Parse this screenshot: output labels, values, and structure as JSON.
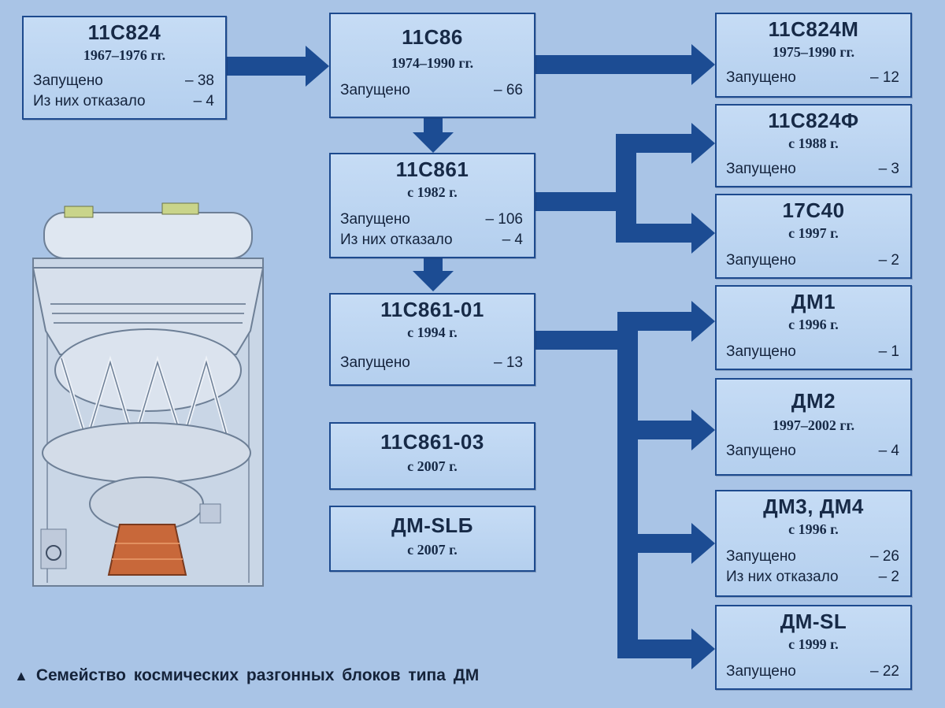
{
  "colors": {
    "background": "#a9c4e6",
    "box_fill": "#bcd6f2",
    "box_border": "#1d4a8e",
    "arrow": "#1c4c93",
    "text": "#172a47"
  },
  "caption": {
    "icon": "triangle-up-icon",
    "text": "Семейство космических разгонных блоков типа ДМ"
  },
  "illustration": {
    "subject": "upper-stage-rocket-block"
  },
  "blocks": [
    {
      "id": "b11s824",
      "name": "11С824",
      "period": "1967–1976 гг.",
      "stats": [
        {
          "label": "Запущено",
          "value": "– 38"
        },
        {
          "label": "Из них отказало",
          "value": "– 4"
        }
      ]
    },
    {
      "id": "b11s86",
      "name": "11С86",
      "period": "1974–1990 гг.",
      "stats": [
        {
          "label": "Запущено",
          "value": "– 66"
        }
      ]
    },
    {
      "id": "b11s861",
      "name": "11С861",
      "period": "с 1982 г.",
      "stats": [
        {
          "label": "Запущено",
          "value": "– 106"
        },
        {
          "label": "Из них отказало",
          "value": "– 4"
        }
      ]
    },
    {
      "id": "b11s861_01",
      "name": "11С861-01",
      "period": "с 1994 г.",
      "stats": [
        {
          "label": "Запущено",
          "value": "– 13"
        }
      ]
    },
    {
      "id": "b11s861_03",
      "name": "11С861-03",
      "period": "с 2007 г.",
      "stats": []
    },
    {
      "id": "bdm_slb",
      "name": "ДМ-SLБ",
      "period": "с 2007 г.",
      "stats": []
    },
    {
      "id": "b11s824m",
      "name": "11С824М",
      "period": "1975–1990 гг.",
      "stats": [
        {
          "label": "Запущено",
          "value": "– 12"
        }
      ]
    },
    {
      "id": "b11s824f",
      "name": "11С824Ф",
      "period": "с 1988 г.",
      "stats": [
        {
          "label": "Запущено",
          "value": "– 3"
        }
      ]
    },
    {
      "id": "b17s40",
      "name": "17С40",
      "period": "с 1997 г.",
      "stats": [
        {
          "label": "Запущено",
          "value": "– 2"
        }
      ]
    },
    {
      "id": "bdm1",
      "name": "ДМ1",
      "period": "с 1996 г.",
      "stats": [
        {
          "label": "Запущено",
          "value": "– 1"
        }
      ]
    },
    {
      "id": "bdm2",
      "name": "ДМ2",
      "period": "1997–2002 гг.",
      "stats": [
        {
          "label": "Запущено",
          "value": "– 4"
        }
      ]
    },
    {
      "id": "bdm3dm4",
      "name": "ДМ3, ДМ4",
      "period": "с 1996 г.",
      "stats": [
        {
          "label": "Запущено",
          "value": "– 26"
        },
        {
          "label": "Из них отказало",
          "value": "– 2"
        }
      ]
    },
    {
      "id": "bdm_sl",
      "name": "ДМ-SL",
      "period": "с 1999 г.",
      "stats": [
        {
          "label": "Запущено",
          "value": "– 22"
        }
      ]
    }
  ]
}
